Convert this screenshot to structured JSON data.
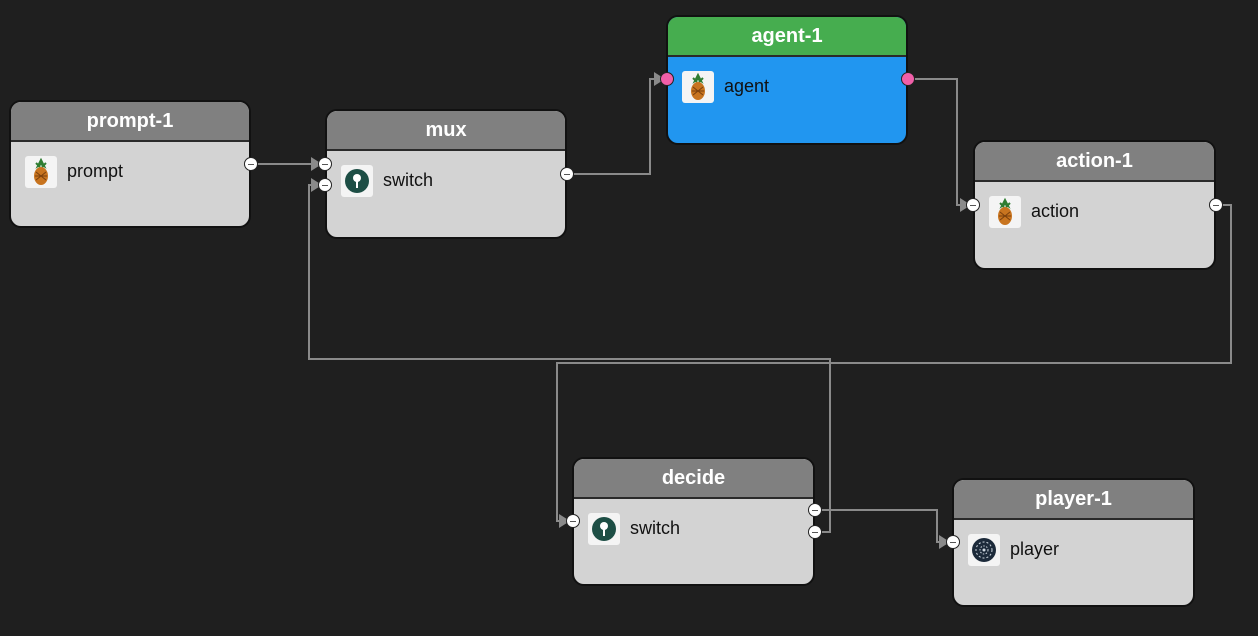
{
  "nodes": {
    "prompt1": {
      "title": "prompt-1",
      "label": "prompt",
      "icon": "pineapple-icon"
    },
    "mux": {
      "title": "mux",
      "label": "switch",
      "icon": "switch-icon"
    },
    "agent1": {
      "title": "agent-1",
      "label": "agent",
      "icon": "pineapple-icon",
      "state": "active"
    },
    "action1": {
      "title": "action-1",
      "label": "action",
      "icon": "pineapple-icon"
    },
    "decide": {
      "title": "decide",
      "label": "switch",
      "icon": "switch-icon"
    },
    "player1": {
      "title": "player-1",
      "label": "player",
      "icon": "player-icon"
    }
  },
  "edges": [
    {
      "from": "prompt-1",
      "to": "mux"
    },
    {
      "from": "mux",
      "to": "agent-1"
    },
    {
      "from": "agent-1",
      "to": "action-1"
    },
    {
      "from": "action-1",
      "to": "decide"
    },
    {
      "from": "decide",
      "to": "mux"
    },
    {
      "from": "decide",
      "to": "player-1"
    }
  ],
  "colors": {
    "background": "#1f1f1f",
    "node_header": "#808080",
    "node_body": "#d3d3d3",
    "active_header": "#46ad4f",
    "active_body": "#2196f0",
    "active_port": "#f05fa8",
    "wire": "#8a8a8a"
  }
}
